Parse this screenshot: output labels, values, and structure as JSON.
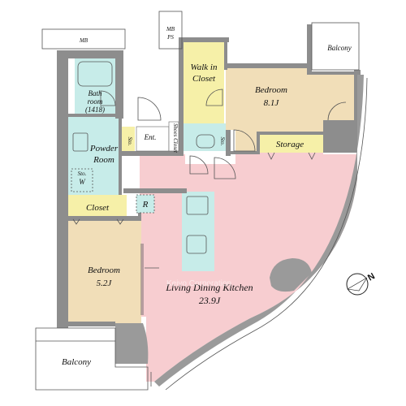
{
  "rooms": {
    "mb_top": "MB",
    "mb_ps_1": "MB",
    "mb_ps_2": "PS",
    "balcony_top": "Balcony",
    "walk_in_1": "Walk in",
    "walk_in_2": "Closet",
    "bedroom_main_1": "Bedroom",
    "bedroom_main_2": "8.1J",
    "bath_1": "Bath",
    "bath_2": "room",
    "bath_3": "(1418)",
    "sto_left": "Sto.",
    "ent": "Ent.",
    "shoes": "Shoes Closet",
    "sto_small": "Sto.",
    "storage": "Storage",
    "powder_1": "Powder",
    "powder_2": "Room",
    "sto_w_1": "Sto.",
    "sto_w_2": "W",
    "closet": "Closet",
    "r_mark": "R",
    "bedroom_small_1": "Bedroom",
    "bedroom_small_2": "5.2J",
    "ldk_1": "Living Dining Kitchen",
    "ldk_2": "23.9J",
    "balcony_bottom": "Balcony",
    "compass_n": "N",
    "watermark": "Keiyo Corporation"
  },
  "colors": {
    "ldk": "#f7cdd0",
    "bedroom": "#f1deb8",
    "closet": "#f6f0a8",
    "wet": "#c7ece9",
    "wall": "#8d8d8d",
    "column": "#9a9a9a",
    "kitchen": "#c7ece9",
    "white": "#ffffff"
  }
}
